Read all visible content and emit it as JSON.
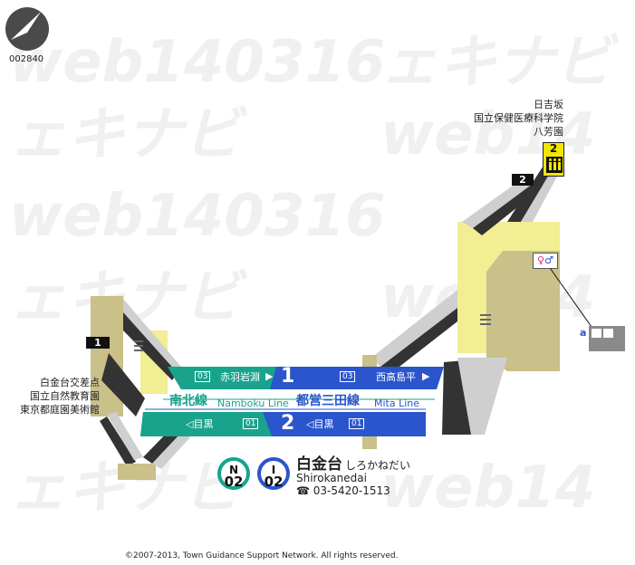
{
  "header": {
    "code": "002840"
  },
  "watermark": {
    "line1": "web140316",
    "line2": "ェキナビ"
  },
  "exits": {
    "exit1": {
      "number": "1",
      "labels": [
        "白金台交差点",
        "国立自然教育園",
        "東京都庭園美術館"
      ]
    },
    "exit2": {
      "number": "2",
      "labels": [
        "日吉坂",
        "国立保健医療科学院",
        "八芳園"
      ]
    },
    "elevator": {
      "number": "2",
      "icon": "elevator-icon"
    },
    "exit_a": {
      "letter": "a"
    }
  },
  "platforms": {
    "upper": {
      "track": "1",
      "left_code": "03",
      "left_dest": "赤羽岩淵",
      "right_code": "03",
      "right_dest": "西高島平",
      "color": "#2b55cc",
      "accent": "#19a38c"
    },
    "lower": {
      "track": "2",
      "left_dest": "◁目黒",
      "left_code": "01",
      "right_dest": "◁目黒",
      "right_code": "01",
      "color": "#2b55cc",
      "accent": "#19a38c"
    }
  },
  "lines": {
    "namboku_jp": "南北線",
    "namboku_en": "Namboku Line",
    "mita_jp": "都営三田線",
    "mita_en": "Mita Line",
    "namboku_color": "#19a38c",
    "mita_color": "#2b55cc"
  },
  "station": {
    "name_kanji": "白金台",
    "name_kana": "しろかねだい",
    "name_romaji": "Shirokanedai",
    "phone": "☎ 03-5420-1513",
    "badges": [
      {
        "letter": "N",
        "number": "02",
        "color": "#19a38c"
      },
      {
        "letter": "I",
        "number": "02",
        "color": "#2b55cc"
      }
    ]
  },
  "footer": {
    "copyright": "©2007-2013, Town Guidance Support Network. All rights reserved."
  }
}
